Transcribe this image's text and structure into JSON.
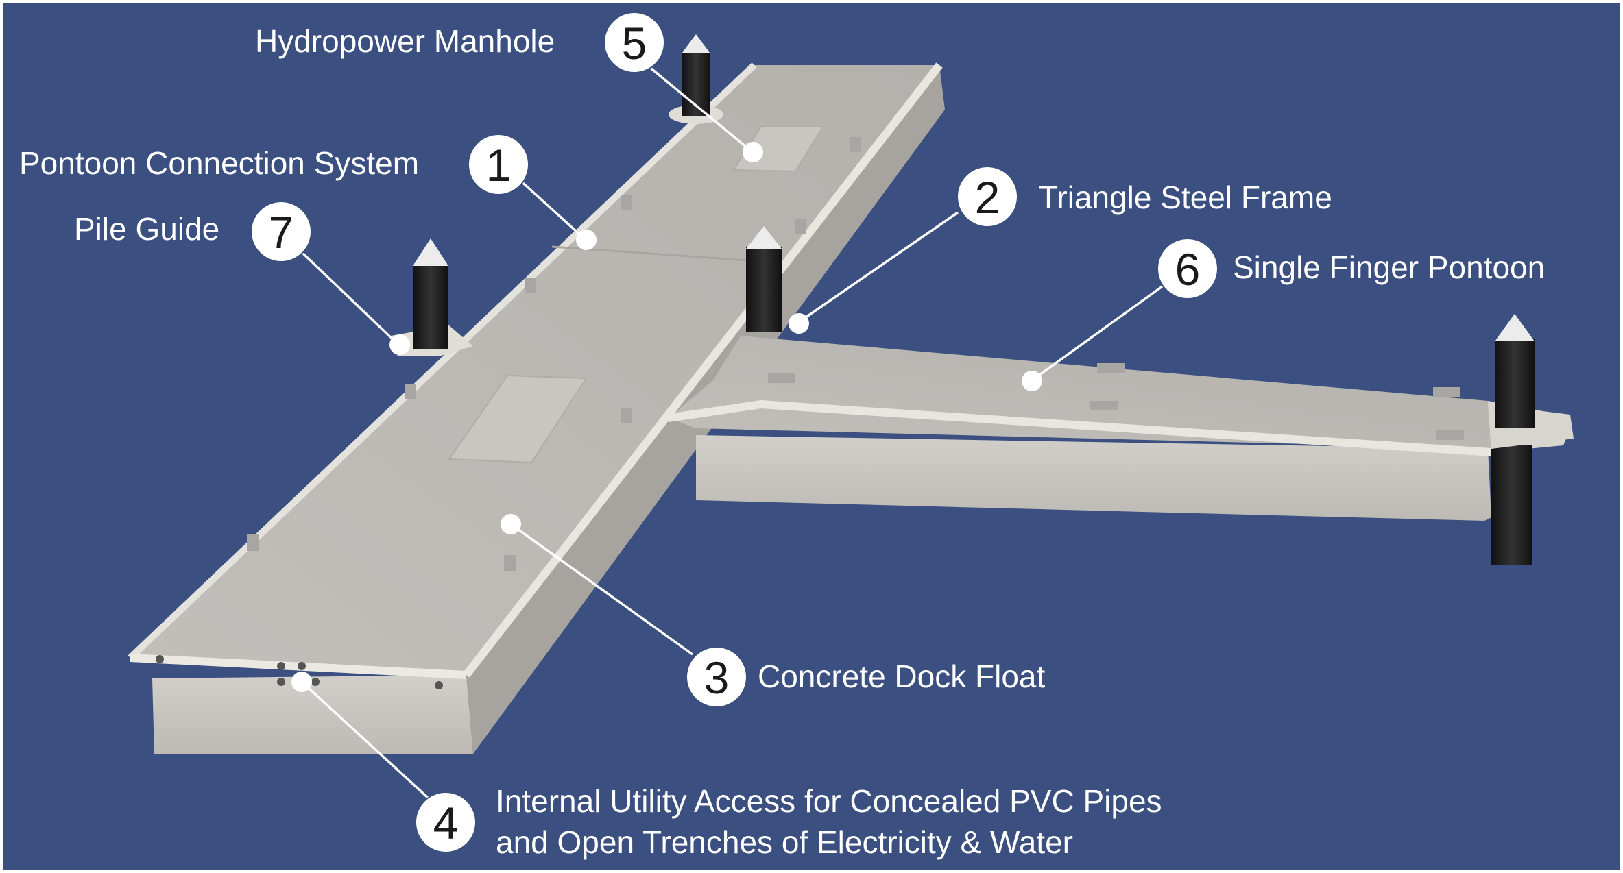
{
  "callouts": [
    {
      "number": "1",
      "label": "Pontoon Connection System"
    },
    {
      "number": "2",
      "label": "Triangle Steel Frame"
    },
    {
      "number": "3",
      "label": "Concrete Dock Float"
    },
    {
      "number": "4",
      "label_line1": "Internal Utility Access for Concealed PVC Pipes",
      "label_line2": "and Open Trenches of Electricity & Water"
    },
    {
      "number": "5",
      "label": "Hydropower Manhole"
    },
    {
      "number": "6",
      "label": "Single Finger Pontoon"
    },
    {
      "number": "7",
      "label": "Pile Guide"
    }
  ],
  "colors": {
    "background": "#3b5080",
    "deck": "#bdbab6",
    "side": "#cac7c2",
    "pile": "#1f1f1f",
    "label_text": "#ffffff",
    "badge": "#ffffff"
  }
}
